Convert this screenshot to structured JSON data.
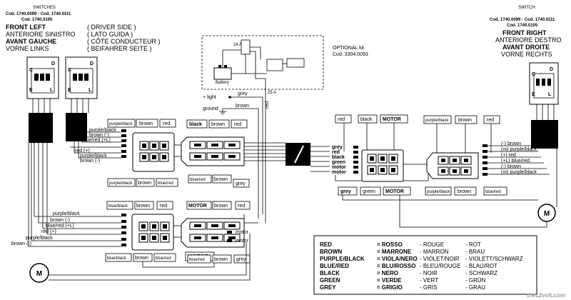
{
  "left_header": {
    "switches_title": "SWITCHES",
    "codes_line1": "Cod. 1740.0099 - Cod. 1740.0111",
    "codes_line2": "Cod. 1740.0105",
    "side_lines": [
      {
        "name": "FRONT LEFT",
        "note": "( DRIVER SIDE )"
      },
      {
        "name": "ANTERIORE SINISTRO",
        "note": "( LATO GUIDA )"
      },
      {
        "name": "AVANT GAUCHE",
        "note": "( CÔTE CONDUCTEUR )"
      },
      {
        "name": "VORNE LINKS",
        "note": "( BEIFAHRER SEITE )"
      }
    ]
  },
  "right_header": {
    "switch_title": "SWITCH",
    "codes_line1": "Cod. 1740.0099 - Cod. 1740.0111",
    "codes_line2": "Cod. 1740.0105",
    "side_lines": [
      "FRONT RIGHT",
      "ANTERIORE DESTRO",
      "AVANT DROITE",
      "VORNE RECHTS"
    ]
  },
  "optional_kit": {
    "label": "OPTIONAL kit",
    "code": "Cod. 3304.0093",
    "relay_voltage": "24 A",
    "battery_label": "Battery",
    "fuse": "25 A"
  },
  "power": {
    "light_label": "+ light",
    "ground_label": "ground",
    "grey_label": "grey",
    "brown_label": "brown",
    "red_label": "red"
  },
  "switch_pins": {
    "left": [
      "C",
      "D",
      "E",
      "L"
    ],
    "right": [
      "C",
      "D",
      "E",
      "L"
    ]
  },
  "left_switch_wires": [
    "purple/black",
    "brown (-)",
    "blue/red (+L)",
    "red (+)",
    "purple/black",
    "brown (-)"
  ],
  "left_lower_wires": [
    "purple/black",
    "brown (-)",
    "blue/red (+L)",
    "red (+)",
    "purple/black",
    "brown (-)"
  ],
  "connector_top_left": {
    "top": [
      "purple/black",
      "brown",
      "red"
    ],
    "bottom": [
      "purple/black",
      "brown",
      "blue/red"
    ]
  },
  "connector_top_mid": {
    "top": [
      "black",
      "brown",
      "red"
    ],
    "bottom": [
      "blue/red",
      "brown",
      "grey"
    ]
  },
  "connector_bottom_left": {
    "top": [
      "blue/black",
      "brown",
      "red"
    ],
    "bottom": [
      "blue/black",
      "brown",
      "blue/red"
    ],
    "motor_tag": "MOTOR"
  },
  "connector_bottom_mid": {
    "top_tag": "MOTOR",
    "top": [
      "brown",
      "red"
    ],
    "bottom": [
      "blue/red",
      "brown",
      "grey"
    ],
    "side": [
      "motor",
      "motor"
    ]
  },
  "door_wires": [
    "grey",
    "red",
    "black",
    "green",
    "motor",
    "motor"
  ],
  "connector_right_a": {
    "top": [
      "red",
      "black"
    ],
    "top_tag": "MOTOR",
    "bottom": [
      "grey",
      "green"
    ],
    "bottom_tag": "MOTOR"
  },
  "connector_right_b": {
    "top": [
      "purple/black",
      "brown",
      "red"
    ],
    "bottom": [
      "purple/black",
      "brown",
      "blue/red"
    ]
  },
  "right_switch_wires": [
    "(-) brown",
    "(m) purple/black",
    "(+) red",
    "(+L) blue/red",
    "(-) brown",
    "(m) purple/black"
  ],
  "motor_symbol": "M",
  "legend": [
    {
      "en": "RED",
      "it": "= ROSSO",
      "fr": "- ROUGE",
      "de": "- ROT"
    },
    {
      "en": "BROWN",
      "it": "= MARRONE",
      "fr": "- MARRON",
      "de": "- BRAU"
    },
    {
      "en": "PURPLE/BLACK",
      "it": "= VIOLA/NERO",
      "fr": "- VIOLET/NOIR",
      "de": "- VIOLETT/SCHWARZ"
    },
    {
      "en": "BLUE/RED",
      "it": "= BLU/ROSSO",
      "fr": "- BLEU/ROUGE",
      "de": "- BLAU/ROT"
    },
    {
      "en": "BLACK",
      "it": "= NERO",
      "fr": "- NOIR",
      "de": "- SCHWARZ"
    },
    {
      "en": "GREEN",
      "it": "= VERDE",
      "fr": "- VERT",
      "de": "- GRÜN"
    },
    {
      "en": "GREY",
      "it": "= GRIGIO",
      "fr": "- GRIS",
      "de": "- GRAU"
    }
  ],
  "watermark": "the12volt.com"
}
